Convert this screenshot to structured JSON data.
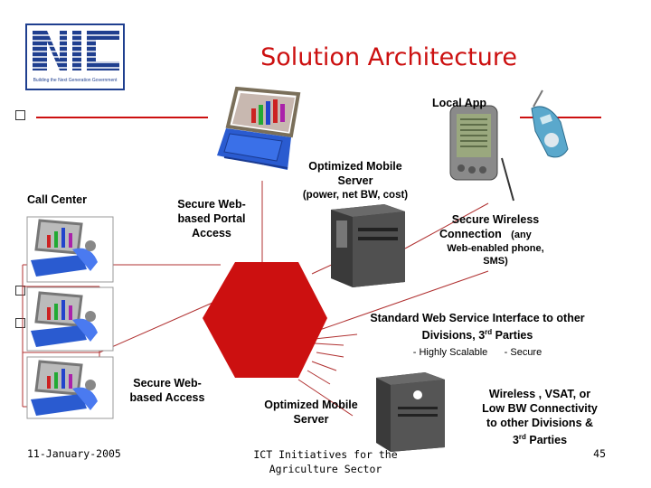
{
  "slide": {
    "title": "Solution Architecture",
    "logo_text": "NIC",
    "logo_tagline": "Building the Next Generation Government",
    "labels": {
      "local_app": "Local App",
      "mobile_server_top": "Optimized Mobile Server",
      "mobile_server_top_note": "(power, net BW, cost)",
      "call_center": "Call Center",
      "web_portal": "Secure Web-based Portal Access",
      "wireless_line1": "Secure Wireless",
      "wireless_line2": "Connection",
      "wireless_line2_note": "(any",
      "wireless_line3": "Web-enabled phone,",
      "wireless_line4": "SMS)",
      "std_line1": "Standard Web Service Interface to other",
      "std_line2_pre": "Divisions, 3",
      "std_line2_sup": "rd",
      "std_line2_post": " Parties",
      "std_line3": "- Highly Scalable      - Secure",
      "web_access": "Secure Web-based Access",
      "mobile_server_bottom": "Optimized Mobile Server",
      "vsat_line1": "Wireless , VSAT, or",
      "vsat_line2": "Low BW Connectivity",
      "vsat_line3": "to other Divisions &",
      "vsat_line4_pre": "3",
      "vsat_line4_sup": "rd",
      "vsat_line4_post": " Parties"
    },
    "footer": {
      "date": "11-January-2005",
      "center": "ICT Initiatives for the Agriculture Sector",
      "page": "45"
    },
    "colors": {
      "hub": "#cc1010",
      "title": "#cc1010",
      "logo_navy": "#1f3f8f",
      "rule": "#cc1010"
    }
  }
}
